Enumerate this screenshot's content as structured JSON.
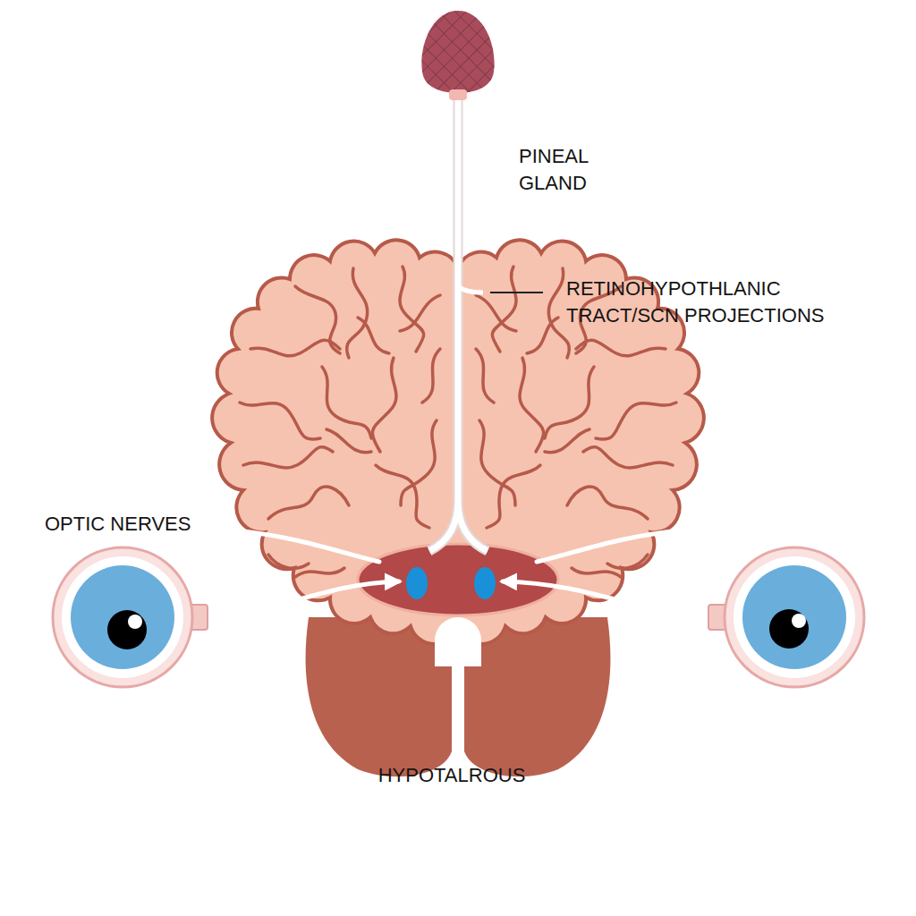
{
  "diagram": {
    "labels": [
      "PINEAL GLAND",
      "RETINOHYPOTHLANIC TRACT/SCN PROJECTIONS",
      "OPTIC NERVES",
      "HYPOTALROUS"
    ]
  }
}
